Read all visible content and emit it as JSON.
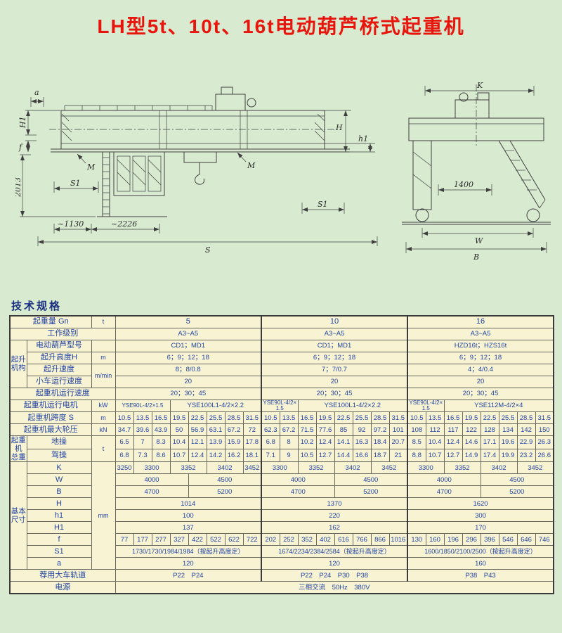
{
  "page": {
    "title": "LH型5t、10t、16t电动葫芦桥式起重机",
    "specs_heading": "技术规格"
  },
  "drawings": {
    "side_view": {
      "dim_a": "a",
      "dim_H1": "H1",
      "dim_f": "f",
      "dim_2013": "2013",
      "dim_H": "H",
      "dim_h1": "h1",
      "dim_S1_left": "S1",
      "dim_S1_right": "S1",
      "dim_1130": "~1130",
      "dim_2226": "~2226",
      "dim_S": "S",
      "mark_M_left": "M",
      "mark_M_right": "M"
    },
    "end_view": {
      "dim_K": "K",
      "dim_1400": "1400",
      "dim_W": "W",
      "dim_B": "B"
    }
  },
  "table": {
    "capacity": {
      "label": "起重量 Gn",
      "unit": "t",
      "values": [
        "5",
        "10",
        "16"
      ]
    },
    "duty_class": {
      "label": "工作级别",
      "values": [
        "A3~A5",
        "A3~A5",
        "A3~A5"
      ]
    },
    "hoist_group_label": "起升\n机构",
    "hoist_model": {
      "label": "电动葫芦型号",
      "values": [
        "CD1；MD1",
        "CD1；MD1",
        "HZD16t；HZS16t"
      ]
    },
    "lift_height": {
      "label": "起升高度H",
      "unit": "m",
      "values": [
        "6；9；12；18",
        "6；9；12；18",
        "6；9；12；18"
      ]
    },
    "lift_speed": {
      "label": "起升速度",
      "values": [
        "8；8/0.8",
        "7；7/0.7",
        "4；4/0.4"
      ]
    },
    "trolley_speed": {
      "label": "小车运行速度",
      "unit": "m/min",
      "values": [
        "20",
        "20",
        "20"
      ]
    },
    "crane_speed": {
      "label": "起重机运行速度",
      "values": [
        "20；30；45",
        "20；30；45",
        "20；30；45"
      ]
    },
    "crane_motor": {
      "label": "起重机运行电机",
      "unit": "kW",
      "values": [
        "YSE90L-4/2×1.5",
        "YSE100L1-4/2×2.2",
        "YSE90L-4/2×1.5",
        "YSE100L1-4/2×2.2",
        "YSE90L-4/2×1.5",
        "YSE112M-4/2×4"
      ]
    },
    "span": {
      "label": "起重机跨度 S",
      "unit": "m",
      "values": [
        "10.5",
        "13.5",
        "16.5",
        "19.5",
        "22.5",
        "25.5",
        "28.5",
        "31.5",
        "10.5",
        "13.5",
        "16.5",
        "19.5",
        "22.5",
        "25.5",
        "28.5",
        "31.5",
        "10.5",
        "13.5",
        "16.5",
        "19.5",
        "22.5",
        "25.5",
        "28.5",
        "31.5"
      ]
    },
    "wheel_load": {
      "label": "起重机最大轮压",
      "unit": "kN",
      "values": [
        "34.7",
        "39.6",
        "43.9",
        "50",
        "56.9",
        "63.1",
        "67.2",
        "72",
        "62.3",
        "67.2",
        "71.5",
        "77.6",
        "85",
        "92",
        "97.2",
        "101",
        "108",
        "112",
        "117",
        "122",
        "128",
        "134",
        "142",
        "150"
      ]
    },
    "total_weight_group_label": "起重\n机\n总重",
    "weight_unit": "t",
    "weight_ground": {
      "label": "地操",
      "values": [
        "6.5",
        "7",
        "8.3",
        "10.4",
        "12.1",
        "13.9",
        "15.9",
        "17.8",
        "6.8",
        "8",
        "10.2",
        "12.4",
        "14.1",
        "16.3",
        "18.4",
        "20.7",
        "8.5",
        "10.4",
        "12.4",
        "14.6",
        "17.1",
        "19.6",
        "22.9",
        "26.3"
      ]
    },
    "weight_cab": {
      "label": "驾操",
      "values": [
        "6.8",
        "7.3",
        "8.6",
        "10.7",
        "12.4",
        "14.2",
        "16.2",
        "18.1",
        "7.1",
        "9",
        "10.5",
        "12.7",
        "14.4",
        "16.6",
        "18.7",
        "21",
        "8.8",
        "10.7",
        "12.7",
        "14.9",
        "17.4",
        "19.9",
        "23.2",
        "26.6"
      ]
    },
    "base_dims_group_label": "基本\n尺寸",
    "base_dims_unit": "mm",
    "dim_K": {
      "label": "K",
      "values": [
        "3250",
        "3300",
        "3352",
        "3402",
        "3452",
        "3300",
        "3352",
        "3402",
        "3452",
        "3300",
        "3352",
        "3402",
        "3452"
      ]
    },
    "dim_W": {
      "label": "W",
      "values": [
        "4000",
        "4500",
        "4000",
        "4500",
        "4000",
        "4500"
      ]
    },
    "dim_B": {
      "label": "B",
      "values": [
        "4700",
        "5200",
        "4700",
        "5200",
        "4700",
        "5200"
      ]
    },
    "dim_H": {
      "label": "H",
      "values": [
        "1014",
        "1370",
        "1620"
      ]
    },
    "dim_h1": {
      "label": "h1",
      "values": [
        "100",
        "220",
        "300"
      ]
    },
    "dim_H1": {
      "label": "H1",
      "values": [
        "137",
        "162",
        "170"
      ]
    },
    "dim_f": {
      "label": "f",
      "values": [
        "77",
        "177",
        "277",
        "327",
        "422",
        "522",
        "622",
        "722",
        "202",
        "252",
        "352",
        "402",
        "616",
        "766",
        "866",
        "1016",
        "130",
        "160",
        "196",
        "296",
        "396",
        "546",
        "646",
        "746"
      ]
    },
    "dim_S1": {
      "label": "S1",
      "values": [
        "1730/1730/1984/1984（按起升高度定）",
        "1674/2234/2384/2584（按起升高度定）",
        "1600/1850/2100/2500（按起升高度定）"
      ]
    },
    "dim_a": {
      "label": "a",
      "values": [
        "120",
        "120",
        "160"
      ]
    },
    "rail": {
      "label": "荐用大车轨道",
      "values": [
        "P22　P24",
        "P22　P24　P30　P38",
        "P38　P43"
      ]
    },
    "power": {
      "label": "电源",
      "value": "三相交流　50Hz　380V"
    }
  }
}
